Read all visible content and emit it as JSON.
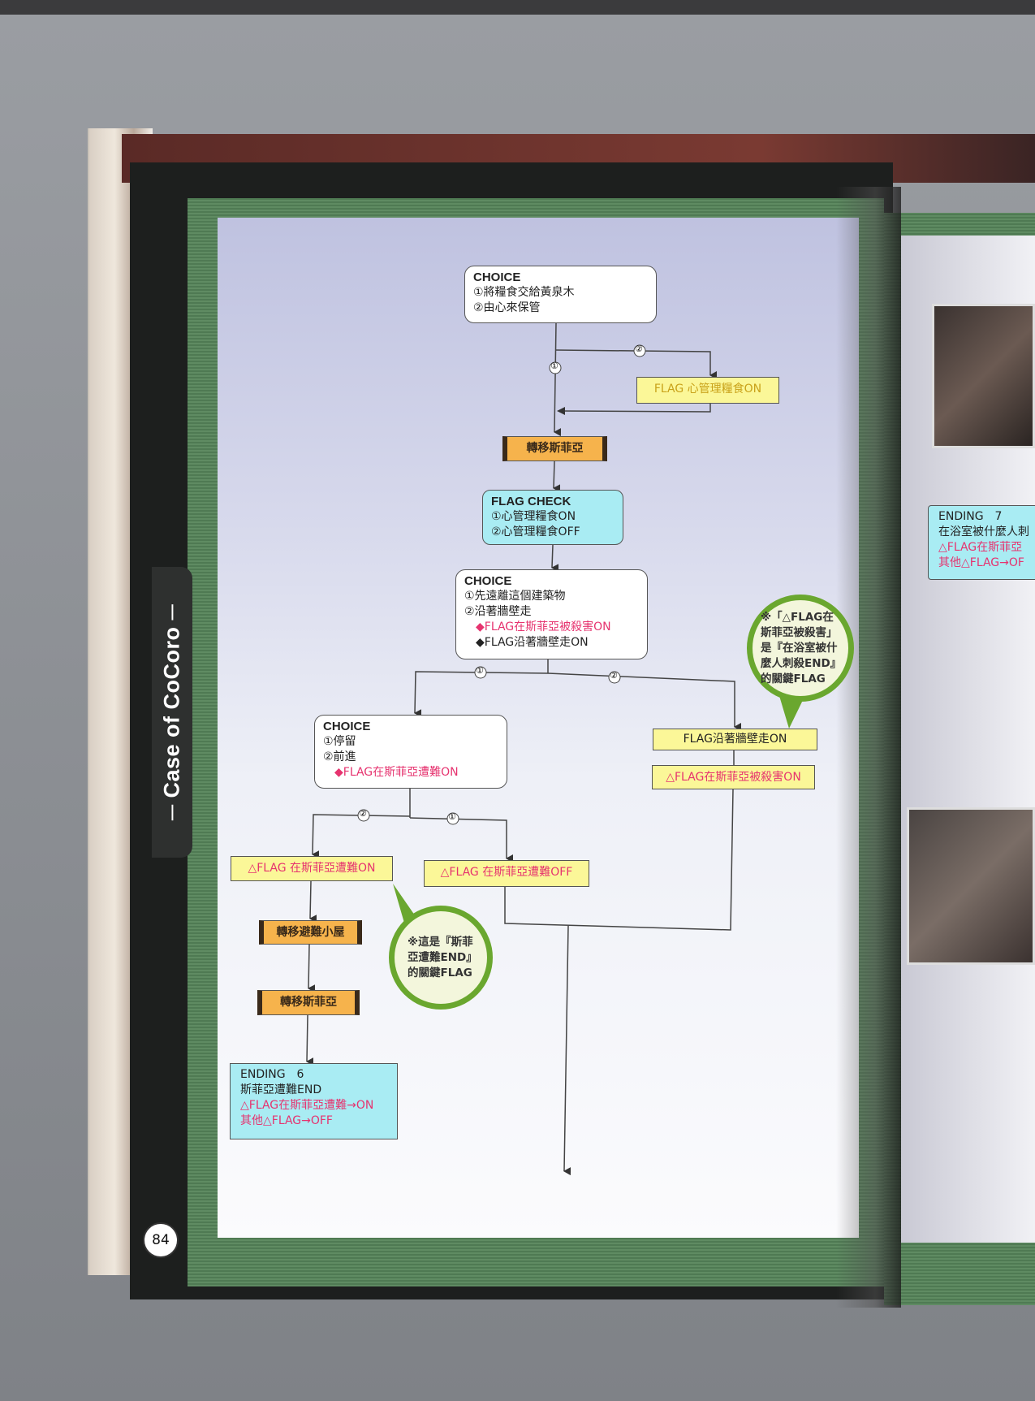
{
  "book": {
    "side_title": "─ Case of CoCoro ─",
    "page_number": "84"
  },
  "flow": {
    "choice1": {
      "heading": "CHOICE",
      "options": [
        "①將糧食交給黃泉木",
        "②由心來保管"
      ]
    },
    "flag_food": "FLAG 心管理糧食ON",
    "move_sophia_1": "轉移斯菲亞",
    "flag_check": {
      "heading": "FLAG CHECK",
      "options": [
        "①心管理糧食ON",
        "②心管理糧食OFF"
      ]
    },
    "choice2": {
      "heading": "CHOICE",
      "options": [
        "①先遠離這個建築物",
        "②沿著牆壁走"
      ],
      "flags": [
        "◆FLAG在斯菲亞被殺害ON",
        "◆FLAG沿著牆壁走ON"
      ]
    },
    "flag_wall": "FLAG沿著牆壁走ON",
    "flag_killed": "△FLAG在斯菲亞被殺害ON",
    "note_killed": "※「△FLAG在斯菲亞被殺害」是『在浴室被什麼人刺殺END』的關鍵FLAG",
    "choice3": {
      "heading": "CHOICE",
      "options": [
        "①停留",
        "②前進"
      ],
      "flags": [
        "◆FLAG在斯菲亞遭難ON"
      ]
    },
    "flag_disaster_on": "△FLAG 在斯菲亞遭難ON",
    "flag_disaster_off": "△FLAG 在斯菲亞遭難OFF",
    "note_disaster": "※這是『斯菲亞遭難END』的關鍵FLAG",
    "move_shelter": "轉移避難小屋",
    "move_sophia_2": "轉移斯菲亞",
    "ending6": {
      "title": "ENDING　6",
      "name": "斯菲亞遭難END",
      "flag_on": "△FLAG在斯菲亞遭難→ON",
      "flag_off": "其他△FLAG→OFF"
    },
    "ending7": {
      "title": "ENDING　7",
      "name": "在浴室被什麼人刺",
      "flag_on": "△FLAG在斯菲亞",
      "flag_off": "其他△FLAG→OF"
    },
    "branch_labels": {
      "one": "①",
      "two": "②"
    }
  },
  "colors": {
    "flag_yellow": "#fbf798",
    "move_orange": "#f6b34c",
    "ending_cyan": "#a9ecf3",
    "flag_pink": "#e6336f",
    "bubble_green": "#6aa72f"
  }
}
